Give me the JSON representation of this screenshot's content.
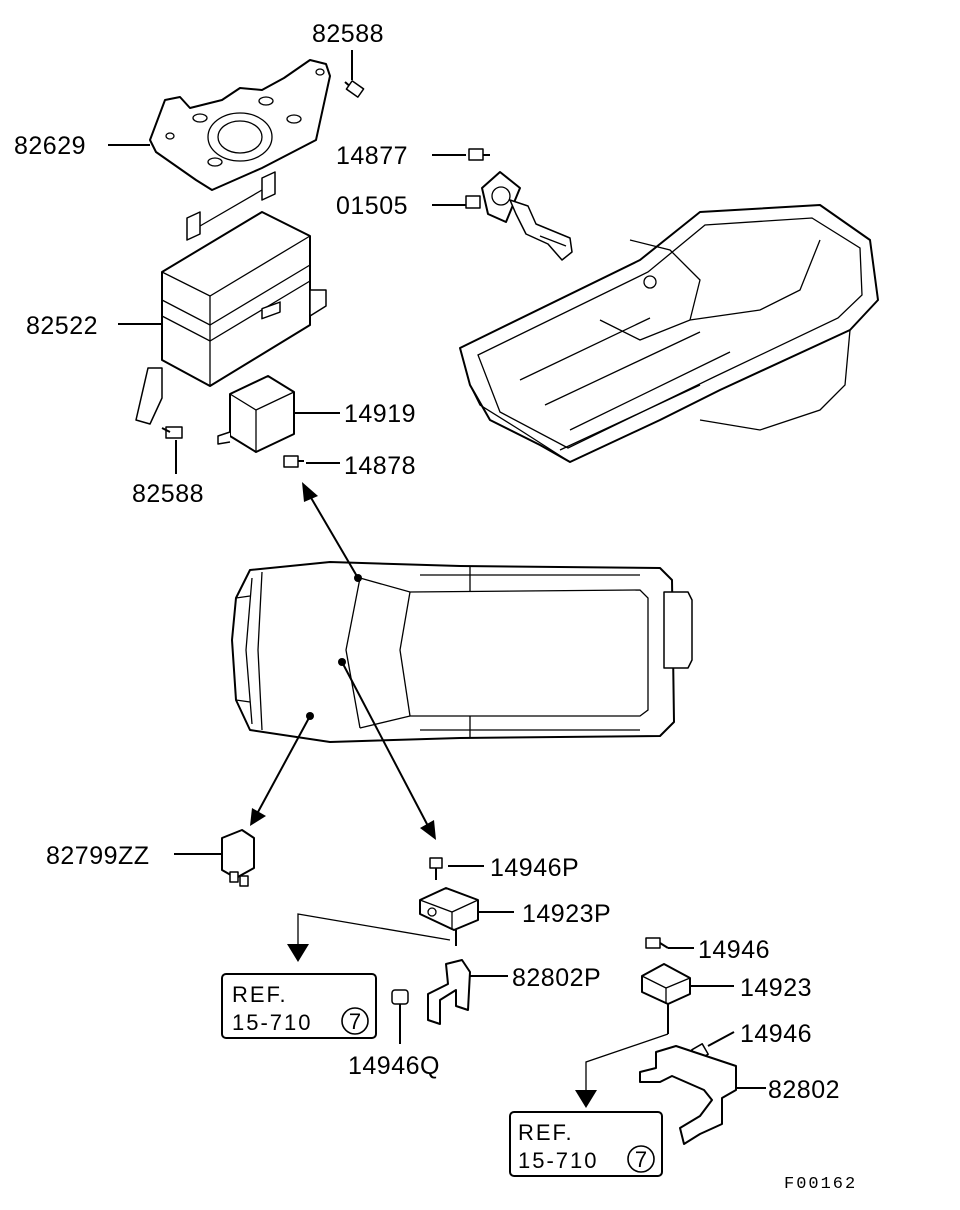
{
  "callouts": {
    "c_82588_top": "82588",
    "c_82629": "82629",
    "c_14877": "14877",
    "c_01505": "01505",
    "c_82522": "82522",
    "c_14919": "14919",
    "c_14878": "14878",
    "c_82588_bottom": "82588",
    "c_82799ZZ": "82799ZZ",
    "c_14946P": "14946P",
    "c_14923P": "14923P",
    "c_82802P": "82802P",
    "c_14946Q": "14946Q",
    "c_14946_a": "14946",
    "c_14923": "14923",
    "c_14946_b": "14946",
    "c_82802": "82802"
  },
  "ref_boxes": [
    {
      "line1": "REF.",
      "line2": "15-710",
      "circled": "7"
    },
    {
      "line1": "REF.",
      "line2": "15-710",
      "circled": "7"
    }
  ],
  "figure_id": "F00162"
}
